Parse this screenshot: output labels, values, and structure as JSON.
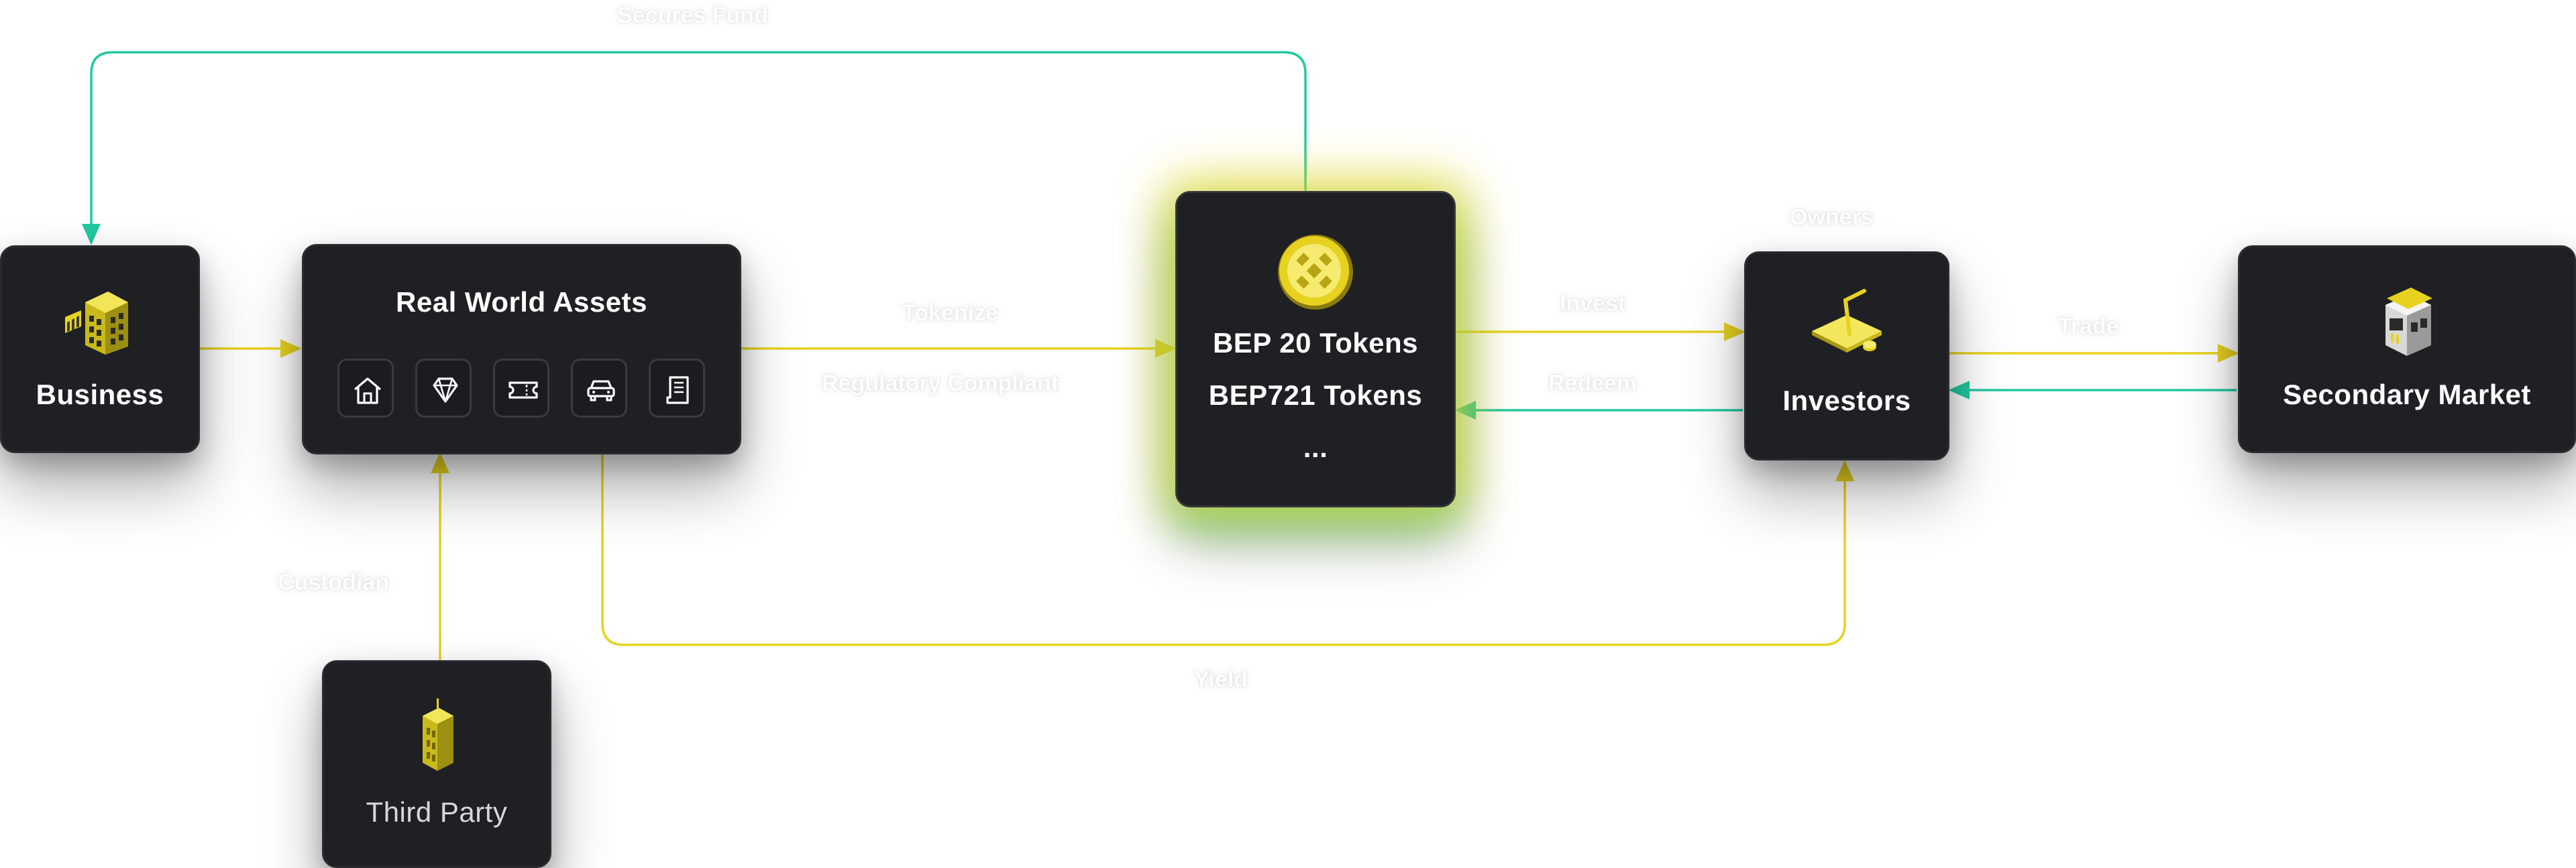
{
  "colors": {
    "yellow_flow": "#e7d21f",
    "green_flow": "#22c9a0",
    "node_bg": "#1f2024",
    "text": "#ffffff"
  },
  "nodes": {
    "business": {
      "title": "Business",
      "icon": "office-building-icon"
    },
    "rwa": {
      "title": "Real World Assets",
      "assets": [
        {
          "icon": "house-icon"
        },
        {
          "icon": "diamond-icon"
        },
        {
          "icon": "ticket-icon"
        },
        {
          "icon": "car-icon"
        },
        {
          "icon": "document-icon"
        }
      ]
    },
    "bep": {
      "icon": "bnb-coin-icon",
      "line1": "BEP 20 Tokens",
      "line2": "BEP721 Tokens",
      "line3": "..."
    },
    "investors": {
      "title": "Investors",
      "icon": "investor-desk-icon"
    },
    "secondary": {
      "title": "Secondary Market",
      "icon": "storefront-icon"
    },
    "third_party": {
      "title": "Third Party",
      "icon": "tower-building-icon"
    }
  },
  "edges": {
    "top_loop": "Secures Fund",
    "tokenize": "Tokenize",
    "regulatory": "Regulatory Compliant",
    "invest": "Invest",
    "redeem": "Redeem",
    "trade": "Trade",
    "custodian": "Custodian",
    "yield": "Yield",
    "investors_top": "Owners"
  }
}
